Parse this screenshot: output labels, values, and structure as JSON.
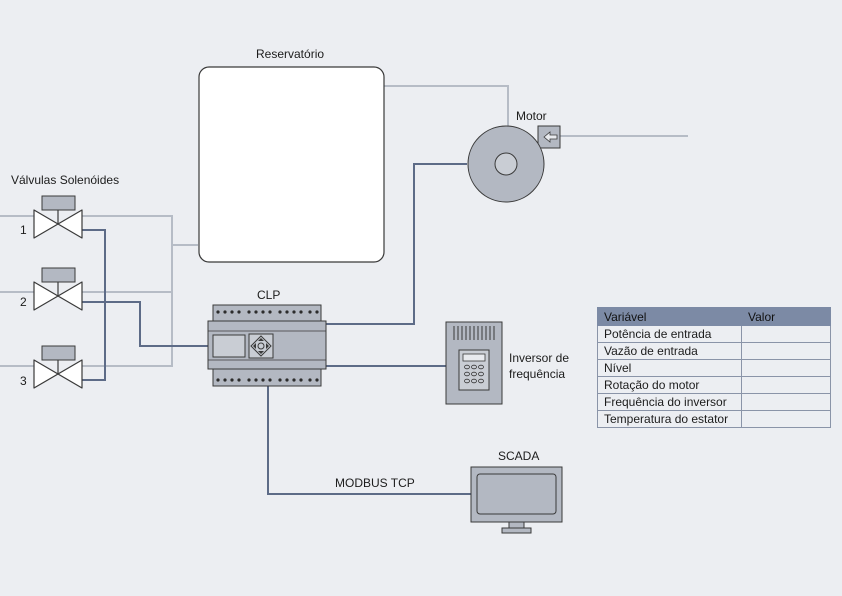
{
  "labels": {
    "reservoir": "Reservatório",
    "motor": "Motor",
    "valves": "Válvulas Solenóides",
    "valve_1": "1",
    "valve_2": "2",
    "valve_3": "3",
    "plc": "CLP",
    "inverter_line1": "Inversor de",
    "inverter_line2": "frequência",
    "scada": "SCADA",
    "modbus": "MODBUS TCP"
  },
  "table": {
    "headers": [
      "Variável",
      "Valor"
    ],
    "rows": [
      [
        "Potência de entrada",
        ""
      ],
      [
        "Vazão de entrada",
        ""
      ],
      [
        "Nível",
        ""
      ],
      [
        "Rotação do motor",
        ""
      ],
      [
        "Frequência do inversor",
        ""
      ],
      [
        "Temperatura do estator",
        ""
      ]
    ]
  },
  "colors": {
    "background": "#eceef2",
    "pipe": "#b6bcc6",
    "signal_wire": "#5d6b87",
    "device_fill": "#b3b8c2",
    "table_header": "#7c8aa5"
  }
}
